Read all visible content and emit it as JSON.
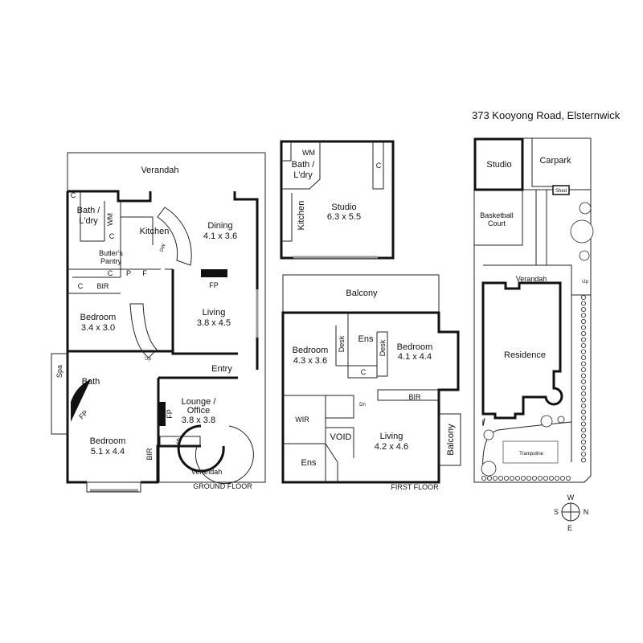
{
  "address": "373 Kooyong Road, Elsternwick",
  "ground_floor": {
    "caption": "GROUND FLOOR",
    "verandah_top": "Verandah",
    "verandah_bottom": "Verandah",
    "bath_laundry": [
      "Bath /",
      "L'dry"
    ],
    "wm": "WM",
    "cupboard": "C",
    "kitchen": "Kitchen",
    "dw": "DW",
    "dining": {
      "name": "Dining",
      "size": "4.1 x 3.6"
    },
    "butlers_pantry": [
      "Butler's",
      "Pantry"
    ],
    "pantry": "P",
    "fridge": "F",
    "bir": "BIR",
    "fp": "FP",
    "bedroom1": {
      "name": "Bedroom",
      "size": "3.4 x 3.0"
    },
    "living": {
      "name": "Living",
      "size": "3.8 x 4.5"
    },
    "up": "Up",
    "entry": "Entry",
    "spa": "Spa",
    "bath": "Bath",
    "lounge": {
      "name": [
        "Lounge /",
        "Office"
      ],
      "size": "3.8 x 3.8"
    },
    "storage": "S",
    "bedroom2": {
      "name": "Bedroom",
      "size": "5.1 x 4.4"
    }
  },
  "studio_building": {
    "wm": "WM",
    "bath_laundry": [
      "Bath /",
      "L'dry"
    ],
    "cupboard": "C",
    "kitchen": "Kitchen",
    "studio": {
      "name": "Studio",
      "size": "6.3 x 5.5"
    }
  },
  "first_floor": {
    "caption": "FIRST FLOOR",
    "balcony_top": "Balcony",
    "bedroom1": {
      "name": "Bedroom",
      "size": "4.3 x 3.6"
    },
    "desk": "Desk",
    "ens": "Ens",
    "bedroom2": {
      "name": "Bedroom",
      "size": "4.1 x 4.4"
    },
    "cupboard": "C",
    "dn": "Dn",
    "bir": "BIR",
    "wir": "WIR",
    "void": "VOID",
    "living": {
      "name": "Living",
      "size": "4.2 x 4.6"
    },
    "balcony_side": "Balcony"
  },
  "site_plan": {
    "studio": "Studio",
    "carpark": "Carpark",
    "shed": "Shed",
    "basketball": [
      "Basketball",
      "Court"
    ],
    "verandah": "Verandah",
    "up": "Up",
    "residence": "Residence",
    "trampoline": "Trampoline"
  },
  "compass": {
    "w": "W",
    "s": "S",
    "n": "N",
    "e": "E"
  }
}
